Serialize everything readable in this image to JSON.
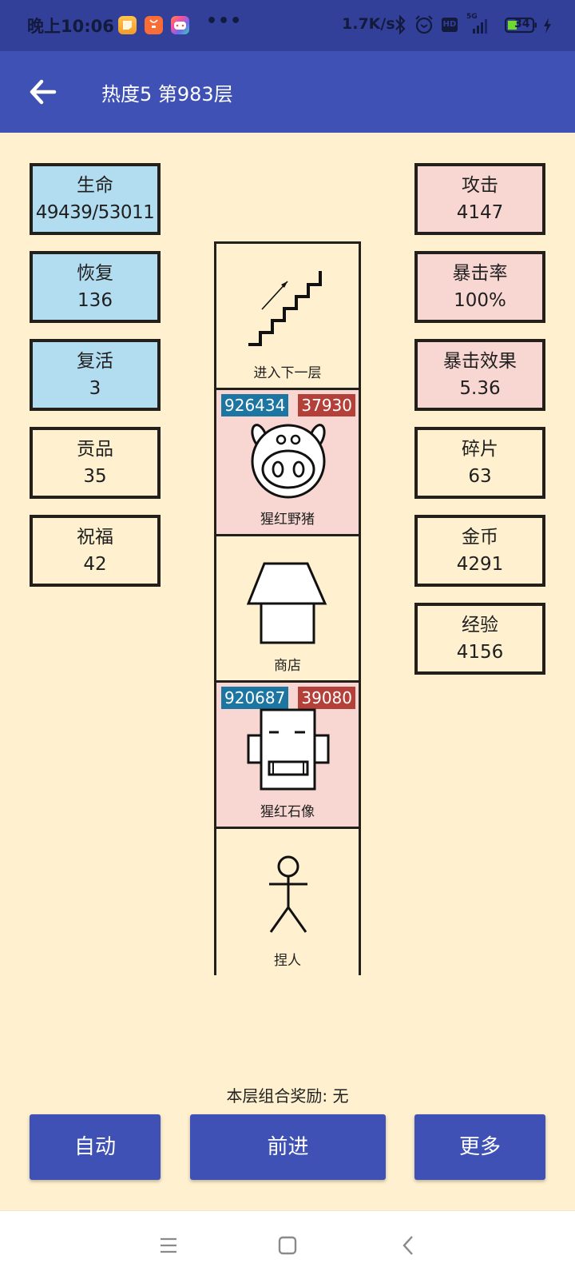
{
  "status_bar": {
    "time": "晚上10:06",
    "notification_icons": [
      "notes-app-icon",
      "shop-app-icon",
      "game-app-icon"
    ],
    "more": "•••",
    "net_speed": "1.7K/s",
    "indicators": [
      "bluetooth-icon",
      "alarm-icon",
      "hd-icon",
      "signal-5g-icon"
    ],
    "network_label": "5G",
    "hd_label": "HD",
    "battery_level": "34",
    "charging": true
  },
  "app_bar": {
    "title": "热度5 第983层",
    "back_icon": "arrow-left-icon"
  },
  "left_stats": [
    {
      "label": "生命",
      "value": "49439/53011",
      "style": "blue"
    },
    {
      "label": "恢复",
      "value": "136",
      "style": "blue"
    },
    {
      "label": "复活",
      "value": "3",
      "style": "blue"
    },
    {
      "label": "贡品",
      "value": "35",
      "style": "plain"
    },
    {
      "label": "祝福",
      "value": "42",
      "style": "plain"
    }
  ],
  "right_stats": [
    {
      "label": "攻击",
      "value": "4147",
      "style": "pink"
    },
    {
      "label": "暴击率",
      "value": "100%",
      "style": "pink"
    },
    {
      "label": "暴击效果",
      "value": "5.36",
      "style": "pink"
    },
    {
      "label": "碎片",
      "value": "63",
      "style": "plain"
    },
    {
      "label": "金币",
      "value": "4291",
      "style": "plain"
    },
    {
      "label": "经验",
      "value": "4156",
      "style": "plain"
    }
  ],
  "cells": [
    {
      "type": "stairs",
      "label": "进入下一层",
      "icon": "stairs-up-icon"
    },
    {
      "type": "enemy",
      "label": "猩红野猪",
      "icon": "boar-icon",
      "hp": "926434",
      "atk": "37930"
    },
    {
      "type": "shop",
      "label": "商店",
      "icon": "shop-house-icon"
    },
    {
      "type": "enemy",
      "label": "猩红石像",
      "icon": "stone-statue-icon",
      "hp": "920687",
      "atk": "39080"
    },
    {
      "type": "player",
      "label": "捏人",
      "icon": "stick-figure-icon"
    }
  ],
  "combo_bonus": "本层组合奖励: 无",
  "buttons": {
    "auto": "自动",
    "forward": "前进",
    "more": "更多"
  },
  "nav_bar": {
    "icons": [
      "menu-icon",
      "home-square-icon",
      "back-chevron-icon"
    ]
  },
  "colors": {
    "primary": "#3f51b5",
    "status_bar": "#33409a",
    "background": "#fff1cf",
    "hp_badge": "#1c76a1",
    "atk_badge": "#b3413a",
    "defense_stat": "#b2dcef",
    "offense_stat": "#f8d7d3"
  }
}
